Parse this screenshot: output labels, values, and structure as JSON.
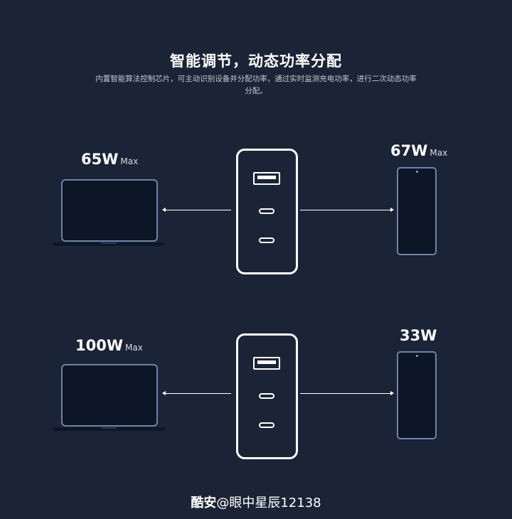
{
  "header": {
    "title": "智能调节，动态功率分配",
    "description": "内置智能算法控制芯片，可主动识别设备并分配功率，通过实时监测充电功率，进行二次动态功率分配。"
  },
  "scenarios": [
    {
      "laptop": {
        "power": "65W",
        "suffix": "Max"
      },
      "phone": {
        "power": "67W",
        "suffix": "Max"
      }
    },
    {
      "laptop": {
        "power": "100W",
        "suffix": "Max"
      },
      "phone": {
        "power": "33W",
        "suffix": ""
      }
    }
  ],
  "watermark": {
    "brand": "酷安",
    "handle": "@眼中星辰12138"
  },
  "icons": [
    "laptop-icon",
    "phone-icon",
    "charger-icon",
    "usb-a-port-icon",
    "usb-c-port-icon",
    "arrow-left-icon",
    "arrow-right-icon"
  ]
}
